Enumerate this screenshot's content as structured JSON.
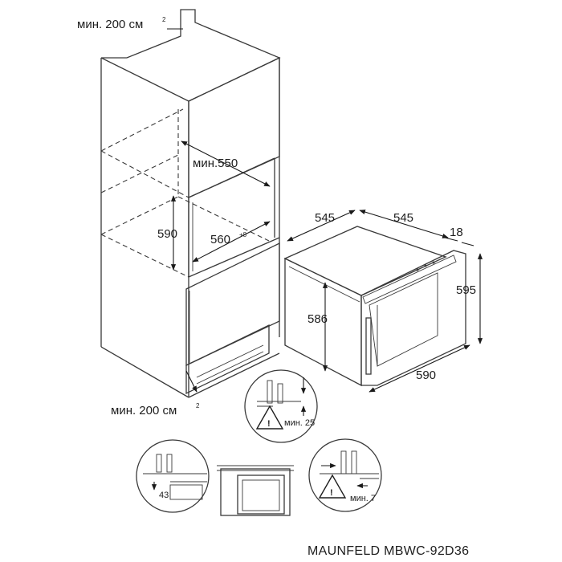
{
  "labels": {
    "vent_top": "мин. 200 см",
    "vent_top_sup": "2",
    "vent_bottom": "мин. 200 см",
    "vent_bottom_sup": "2",
    "niche_depth": "мин.550",
    "niche_height": "590",
    "niche_width": "560",
    "niche_width_tol": "+8",
    "depth_left": "545",
    "depth_right": "545",
    "door_thickness": "18",
    "front_height": "595",
    "body_height": "586",
    "front_width": "590",
    "gap_top": "мин. 25",
    "gap_side": "43",
    "gap_right": "мин. 7",
    "warning_glyph": "!",
    "model": "MAUNFELD MBWC-92D36"
  }
}
